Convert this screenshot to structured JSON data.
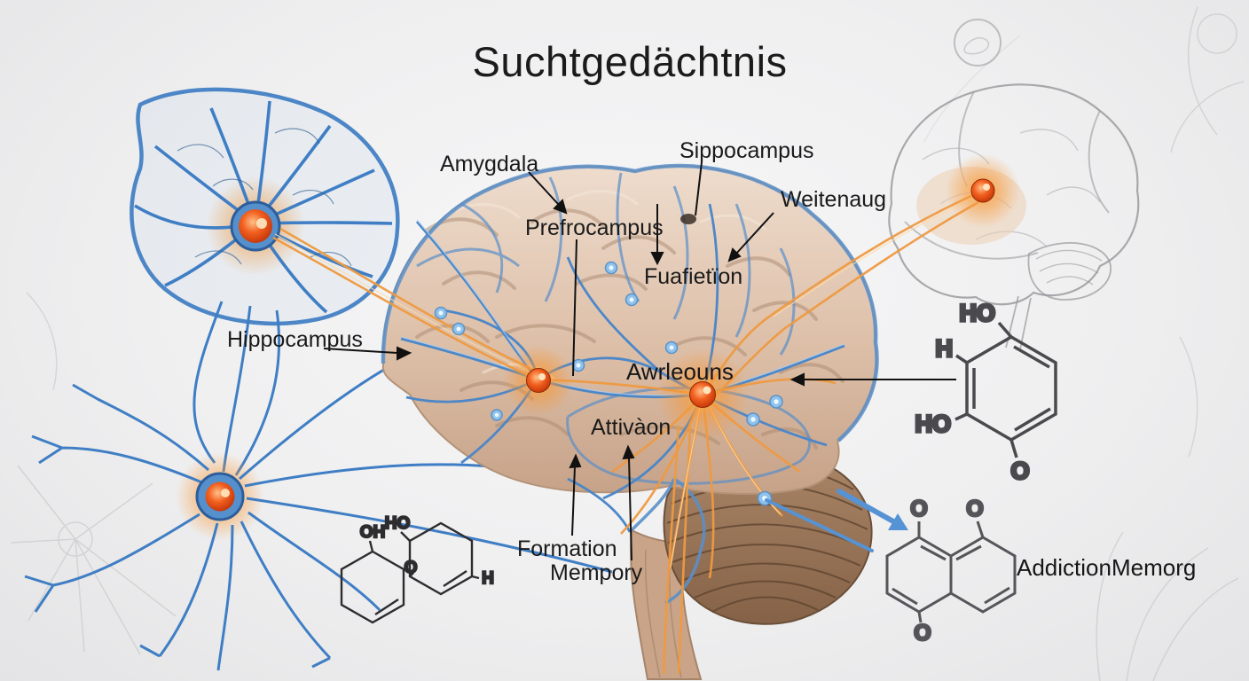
{
  "title": "Suchtgedächtnis",
  "labels": {
    "amygdala": "Amygdala",
    "prefrocampus": "Prefrocampus",
    "sippocampus": "Sippocampus",
    "weitenaug": "Weitenaug",
    "fuafietion": "Fuafietïon",
    "hippocampus": "Hippocampus",
    "awrleouns": "Awrleouns",
    "attivaon": "Attivàon",
    "formation": "Formation",
    "mempory": "Mempory",
    "addiction_memory": "AddictionMemorg"
  },
  "molecules": {
    "quinol_right": {
      "oh_top": "HO",
      "h_left": "H",
      "oh_bottom": "HO",
      "o_bottom": "O"
    },
    "diol_bottom_center": {
      "oh_left": "OH",
      "ho_top": "HO",
      "o_bridge": "O",
      "h_right": "H"
    },
    "ring_bottom_right": {
      "o_top_left": "O",
      "o_top_right": "O",
      "o_bottom": "O"
    }
  },
  "colors": {
    "background": "#ededee",
    "pathway_blue": "#4d87c7",
    "fiber_orange": "#ef9a41",
    "neuron_core_red": "#e6491c",
    "label_text": "#1a1a1a"
  }
}
